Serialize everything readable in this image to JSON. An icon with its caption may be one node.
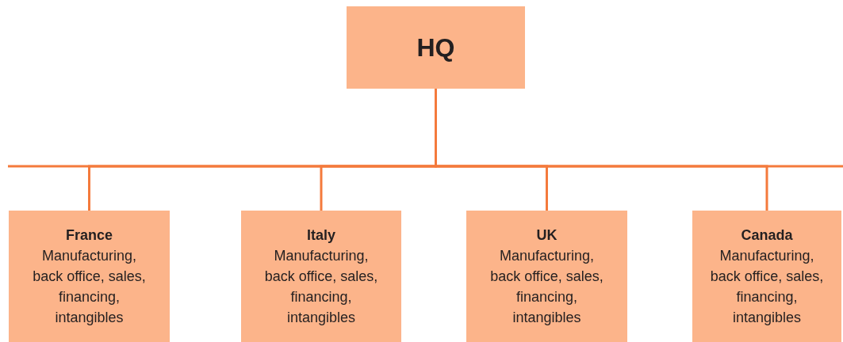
{
  "diagram": {
    "nodes": [
      {
        "text": [
          "HQ"
        ]
      },
      {
        "text": [
          "France",
          "Manufacturing, back office, sales, financing, intangibles"
        ]
      },
      {
        "text": [
          "Italy",
          "Manufacturing, back office, sales, financing, intangibles"
        ]
      },
      {
        "text": [
          "UK",
          "Manufacturing, back office, sales, financing, intangibles"
        ]
      },
      {
        "text": [
          "Canada",
          "Manufacturing, back office, sales, financing, intangibles"
        ]
      }
    ],
    "edges": [
      {
        "from": 0,
        "to": 1,
        "arrow": "none"
      },
      {
        "from": 0,
        "to": 2,
        "arrow": "none"
      },
      {
        "from": 0,
        "to": 3,
        "arrow": "none"
      },
      {
        "from": 0,
        "to": 4,
        "arrow": "none"
      }
    ]
  }
}
